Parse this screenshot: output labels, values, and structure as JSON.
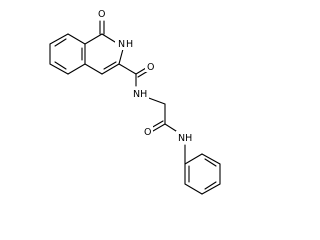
{
  "structure": {
    "atom_labels": {
      "ring_carbonyl_oxygen": "O",
      "ring_nh": "N",
      "ring_nh_h": "H",
      "amide_nh": "NH",
      "gly_carbonyl_oxygen": "O",
      "amide_carbonyl_oxygen": "O",
      "benzyl_nh": "NH"
    }
  },
  "colors": {
    "bond": "#000000",
    "background": "#ffffff"
  }
}
